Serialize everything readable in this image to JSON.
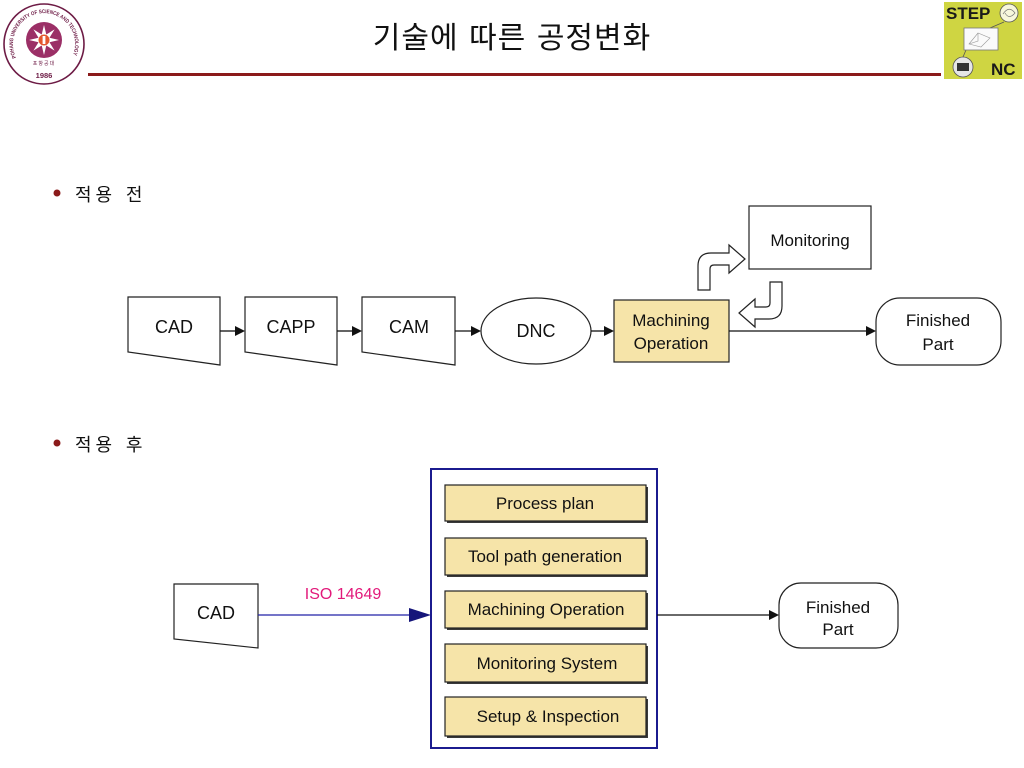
{
  "slide": {
    "title": "기술에 따른 공정변화"
  },
  "logos": {
    "postech": {
      "ring_text": "POHANG UNIVERSITY OF SCIENCE AND TECHNOLOGY",
      "korean_name": "포항공대",
      "year": "1986"
    },
    "step_nc": {
      "top_text": "STEP",
      "bottom_text": "NC"
    }
  },
  "bullets": [
    "적용 전",
    "적용 후"
  ],
  "before": {
    "cad": "CAD",
    "capp": "CAPP",
    "cam": "CAM",
    "dnc": "DNC",
    "machining": [
      "Machining",
      "Operation"
    ],
    "monitoring": "Monitoring",
    "finished": [
      "Finished",
      "Part"
    ]
  },
  "after": {
    "cad": "CAD",
    "link_label": "ISO 14649",
    "modules": [
      "Process plan",
      "Tool path generation",
      "Machining Operation",
      "Monitoring System",
      "Setup & Inspection"
    ],
    "finished": [
      "Finished",
      "Part"
    ]
  },
  "colors": {
    "title_rule": "#8b1a1a",
    "bullet": "#8b1a1a",
    "process_fill": "#f6e4a9",
    "container_border": "#1b1b8f",
    "link_line": "#2020a8",
    "link_arrowhead": "#15157a",
    "link_label": "#e2197a",
    "step_nc_logo": "#cfd542",
    "postech_emblem": "#9b2f66",
    "postech_ring": "#6d1b45"
  }
}
